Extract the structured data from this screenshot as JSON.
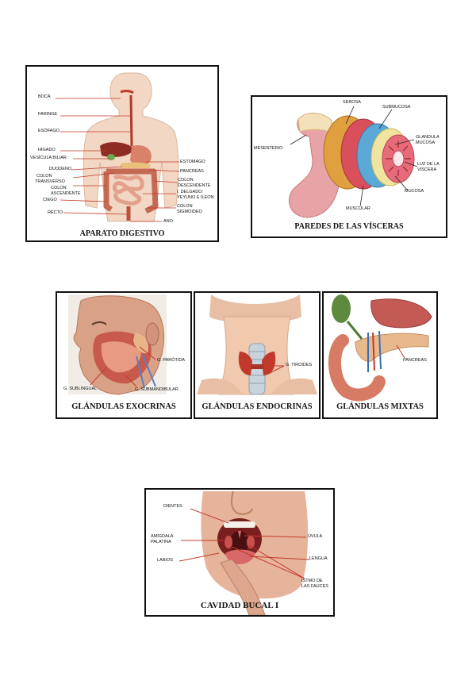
{
  "digestive": {
    "caption": "APARATO DIGESTIVO",
    "labels": {
      "boca": "BOCA",
      "faringe": "FARINGE",
      "esofago": "ESÓFAGO",
      "higado": "HIGADO",
      "vesicula": "VESÍCULA BILIAR",
      "duodeno": "DUODENO",
      "colon_transverso_1": "COLON",
      "colon_transverso_2": "TRANSVERSO",
      "colon_ascendente_1": "COLON",
      "colon_ascendente_2": "ASCENDENTE",
      "ciego": "CIEGO",
      "recto": "RECTO",
      "estomago": "ESTOMAGO",
      "pancreas": "PANCREAS",
      "colon_descendente_1": "COLON",
      "colon_descendente_2": "DESCENDENTE",
      "delgado_1": "I. DELGADO:",
      "delgado_2": "YEYUNO E ÍLEON",
      "colon_sigmoideo_1": "COLON",
      "colon_sigmoideo_2": "SIGMOIDEO",
      "ano": "ANO"
    }
  },
  "visceras": {
    "caption": "PAREDES DE LAS VÍSCERAS",
    "labels": {
      "serosa": "SEROSA",
      "submucosa": "SUBMUCOSA",
      "glandula_1": "GLANDULA",
      "glandula_2": "MUCOSA",
      "mesenterio": "MESENTERIO",
      "luz_1": "LUZ DE LA",
      "luz_2": "VÍSCERA",
      "mucosa": "MUCOSA",
      "muscular": "MUSCULAR"
    }
  },
  "exocrinas": {
    "caption": "GLÁNDULAS EXOCRINAS",
    "labels": {
      "parotida": "G. PARÓTIDA",
      "sublingual": "G. SUBLINGUAL",
      "submandibular": "G. SUBMANDIBULAR"
    }
  },
  "endocrinas": {
    "caption": "GLÁNDULAS ENDOCRINAS",
    "labels": {
      "tiroides": "G. TIROIDES"
    }
  },
  "mixtas": {
    "caption": "GLÁNDULAS MIXTAS",
    "labels": {
      "pancreas": "PANCREAS"
    }
  },
  "bucal": {
    "caption": "CAVIDAD BUCAL I",
    "labels": {
      "dientes": "DIENTES",
      "amigdala_1": "AMÍGDALA",
      "amigdala_2": "PALATINA",
      "labios": "LABIOS",
      "uvula": "ÚVULA",
      "lengua": "LENGUA",
      "istmo_1": "ISTMO DE",
      "istmo_2": "LAS FAUCES"
    }
  }
}
